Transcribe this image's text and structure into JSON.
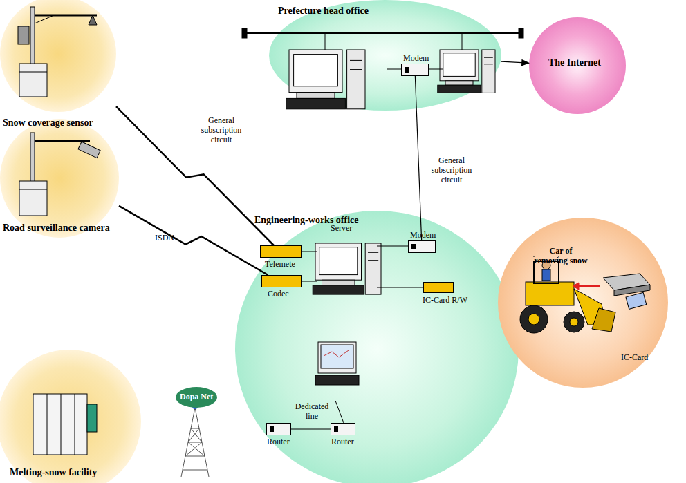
{
  "diagram": {
    "nodes": [
      {
        "text": [
          "Prefecture head office"
        ]
      },
      {
        "text": [
          "Modem"
        ],
        "in": 0
      },
      {
        "text": [
          "The Internet"
        ]
      },
      {
        "text": [
          "Snow coverage sensor"
        ]
      },
      {
        "text": [
          "Road surveillance camera"
        ]
      },
      {
        "text": [
          "Engineering-works office"
        ]
      },
      {
        "text": [
          "Telemete"
        ],
        "in": 5
      },
      {
        "text": [
          "Codec"
        ],
        "in": 5
      },
      {
        "text": [
          "Server"
        ],
        "in": 5
      },
      {
        "text": [
          "Modem"
        ],
        "in": 5
      },
      {
        "text": [
          "IC-Card R/W"
        ],
        "in": 5
      },
      {
        "text": [
          "Car of removing snow",
          "IC-Card"
        ]
      },
      {
        "text": [
          "Melting-snow facility"
        ]
      },
      {
        "text": [
          "Dopa Net"
        ]
      },
      {
        "text": [
          "Router"
        ]
      },
      {
        "text": [
          "Router"
        ]
      }
    ],
    "edges": [
      {
        "from": 3,
        "to": 6,
        "label": "General subscription circuit",
        "arrow": "none"
      },
      {
        "from": 4,
        "to": 7,
        "label": "ISDN",
        "arrow": "none"
      },
      {
        "from": 1,
        "to": 9,
        "label": "General subscription circuit",
        "arrow": "none"
      },
      {
        "from": 0,
        "to": 2,
        "arrow": "to"
      },
      {
        "from": 14,
        "to": 15,
        "label": "Dedicated line",
        "arrow": "none"
      }
    ]
  }
}
